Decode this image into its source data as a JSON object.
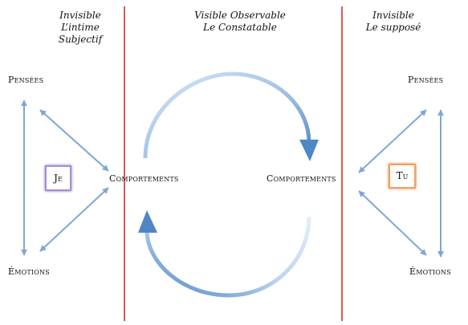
{
  "headers": {
    "left": [
      "Invisible",
      "L’intime",
      "Subjectif"
    ],
    "center": [
      "Visible Observable",
      "Le Constatable"
    ],
    "right": [
      "Invisible",
      "Le supposé"
    ]
  },
  "left": {
    "thoughts": "Pensées",
    "emotions": "Émotions",
    "behaviors": "Comportements",
    "person": "Je"
  },
  "right": {
    "thoughts": "Pensées",
    "emotions": "Émotions",
    "behaviors": "Comportements",
    "person": "Tu"
  },
  "colors": {
    "divider": "#d45a5a",
    "arrow": "#7fa6d6",
    "cycle_light": "#b9d3ef",
    "cycle_dark": "#4f86c6",
    "je_border": "#a58fd2",
    "tu_border": "#f0a060"
  }
}
